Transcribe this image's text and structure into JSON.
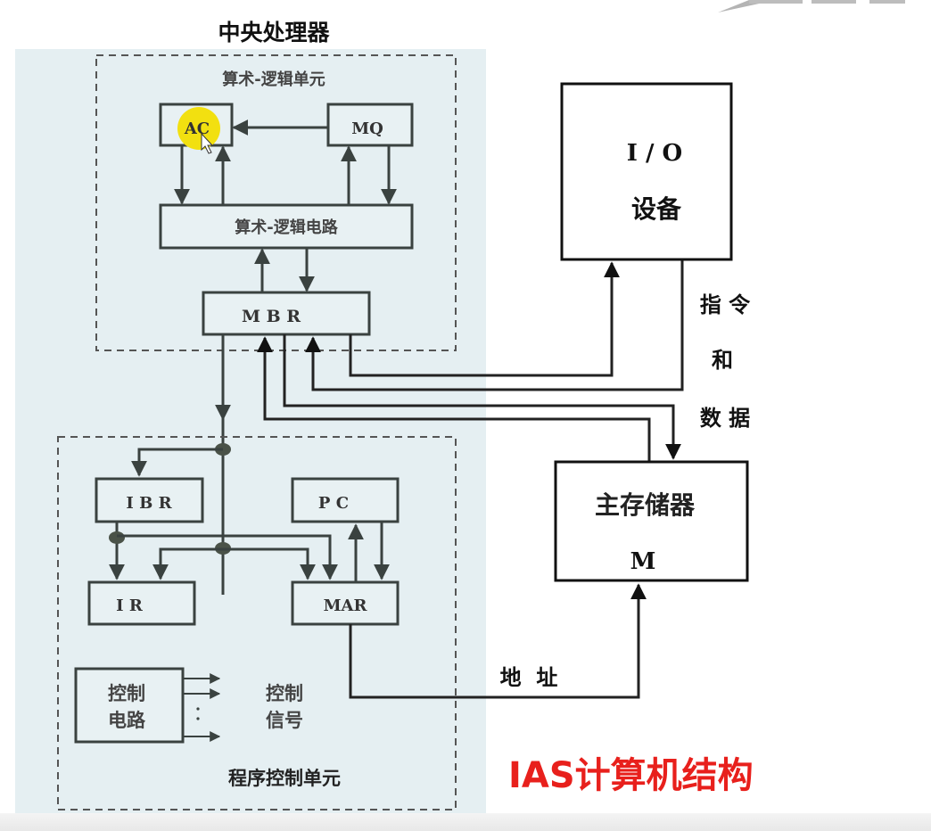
{
  "diagram": {
    "title": "IAS计算机结构",
    "cpu": {
      "title": "中央处理器",
      "alu_unit": {
        "label": "算术-逻辑单元",
        "registers": {
          "ac": "AC",
          "mq": "MQ",
          "alc": "算术-逻辑电路",
          "mbr": "M B R"
        }
      },
      "control_unit": {
        "label": "程序控制单元",
        "registers": {
          "ibr": "I B R",
          "pc": "P C",
          "ir": "I R",
          "mar": "MAR"
        },
        "control_circuit": [
          "控制",
          "电路"
        ],
        "control_signals": [
          "控制",
          "信号"
        ]
      }
    },
    "io_device": {
      "line1": "I / O",
      "line2": "设备"
    },
    "main_memory": {
      "line1": "主存储器",
      "line2": "M"
    },
    "bus_labels": {
      "instructions_and_data": [
        "指 令",
        "和",
        "数 据"
      ],
      "address": "地  址"
    },
    "colors": {
      "cpu_panel": "#e5eff2",
      "line": "#3a4240",
      "external_line": "#111111",
      "title": "#e8201c",
      "highlight": "#f2e010",
      "junction": "#4a5248"
    },
    "cursor": {
      "visible": true,
      "target": "AC"
    }
  }
}
